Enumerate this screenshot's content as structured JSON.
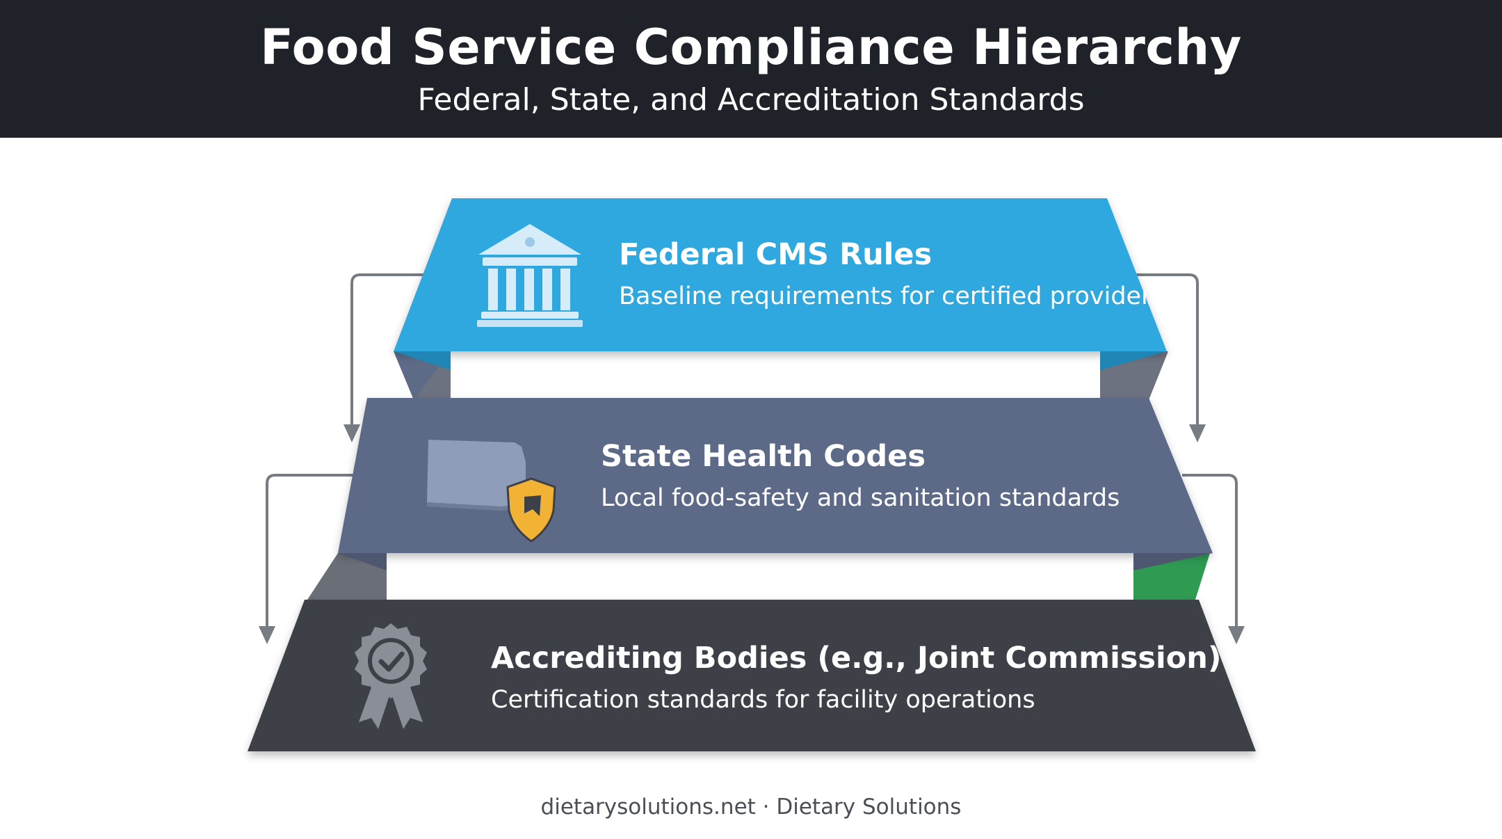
{
  "header": {
    "title": "Food Service Compliance Hierarchy",
    "subtitle": "Federal, State, and Accreditation Standards"
  },
  "tiers": [
    {
      "title": "Federal CMS Rules",
      "description": "Baseline requirements for certified providers",
      "icon": "government-building-icon",
      "color": "#2fa8df"
    },
    {
      "title": "State Health Codes",
      "description": "Local food-safety and sanitation standards",
      "icon": "state-map-shield-icon",
      "color": "#5d6b87"
    },
    {
      "title": "Accrediting Bodies (e.g., Joint Commission)",
      "description": "Certification standards for facility operations",
      "icon": "certification-badge-icon",
      "color": "#3d4047"
    }
  ],
  "accent_colors": {
    "header_bg": "#1f2329",
    "shield": "#f2b233",
    "green_fold": "#2e9a52",
    "arrow": "#777b82"
  },
  "footer": {
    "text": "dietarysolutions.net · Dietary Solutions"
  }
}
